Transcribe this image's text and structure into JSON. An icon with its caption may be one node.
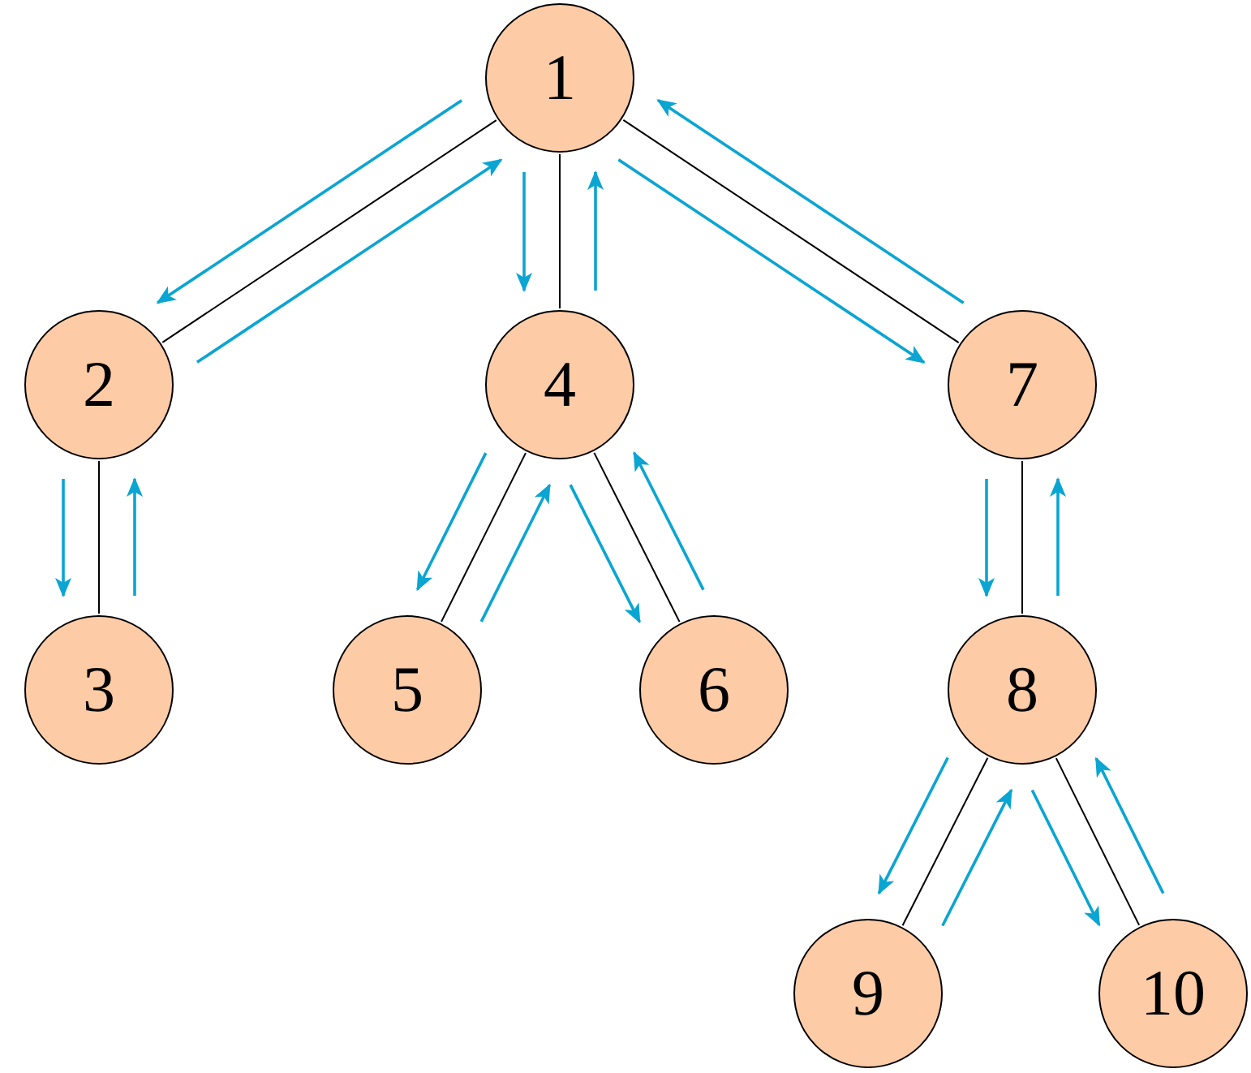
{
  "diagram": {
    "nodes": [
      {
        "text": [
          "1"
        ]
      },
      {
        "text": [
          "2"
        ]
      },
      {
        "text": [
          "3"
        ]
      },
      {
        "text": [
          "4"
        ]
      },
      {
        "text": [
          "5"
        ]
      },
      {
        "text": [
          "6"
        ]
      },
      {
        "text": [
          "7"
        ]
      },
      {
        "text": [
          "8"
        ]
      },
      {
        "text": [
          "9"
        ]
      },
      {
        "text": [
          "10"
        ]
      }
    ],
    "edges": [
      {
        "from": 0,
        "to": 1,
        "arrow": "none",
        "color": "#000000"
      },
      {
        "from": 1,
        "to": 2,
        "arrow": "none",
        "color": "#000000"
      },
      {
        "from": 0,
        "to": 3,
        "arrow": "none",
        "color": "#000000"
      },
      {
        "from": 3,
        "to": 4,
        "arrow": "none",
        "color": "#000000"
      },
      {
        "from": 3,
        "to": 5,
        "arrow": "none",
        "color": "#000000"
      },
      {
        "from": 0,
        "to": 6,
        "arrow": "none",
        "color": "#000000"
      },
      {
        "from": 6,
        "to": 7,
        "arrow": "none",
        "color": "#000000"
      },
      {
        "from": 7,
        "to": 8,
        "arrow": "none",
        "color": "#000000"
      },
      {
        "from": 7,
        "to": 9,
        "arrow": "none",
        "color": "#000000"
      },
      {
        "from": 0,
        "to": 1,
        "arrow": "to"
      },
      {
        "from": 1,
        "to": 2,
        "arrow": "to"
      },
      {
        "from": 2,
        "to": 1,
        "arrow": "to"
      },
      {
        "from": 1,
        "to": 0,
        "arrow": "to"
      },
      {
        "from": 0,
        "to": 3,
        "arrow": "to"
      },
      {
        "from": 3,
        "to": 4,
        "arrow": "to"
      },
      {
        "from": 4,
        "to": 3,
        "arrow": "to"
      },
      {
        "from": 3,
        "to": 5,
        "arrow": "to"
      },
      {
        "from": 5,
        "to": 3,
        "arrow": "to"
      },
      {
        "from": 3,
        "to": 0,
        "arrow": "to"
      },
      {
        "from": 0,
        "to": 6,
        "arrow": "to"
      },
      {
        "from": 6,
        "to": 7,
        "arrow": "to"
      },
      {
        "from": 7,
        "to": 8,
        "arrow": "to"
      },
      {
        "from": 8,
        "to": 7,
        "arrow": "to"
      },
      {
        "from": 7,
        "to": 9,
        "arrow": "to"
      },
      {
        "from": 9,
        "to": 7,
        "arrow": "to"
      },
      {
        "from": 7,
        "to": 6,
        "arrow": "to"
      },
      {
        "from": 6,
        "to": 0,
        "arrow": "to"
      }
    ]
  }
}
